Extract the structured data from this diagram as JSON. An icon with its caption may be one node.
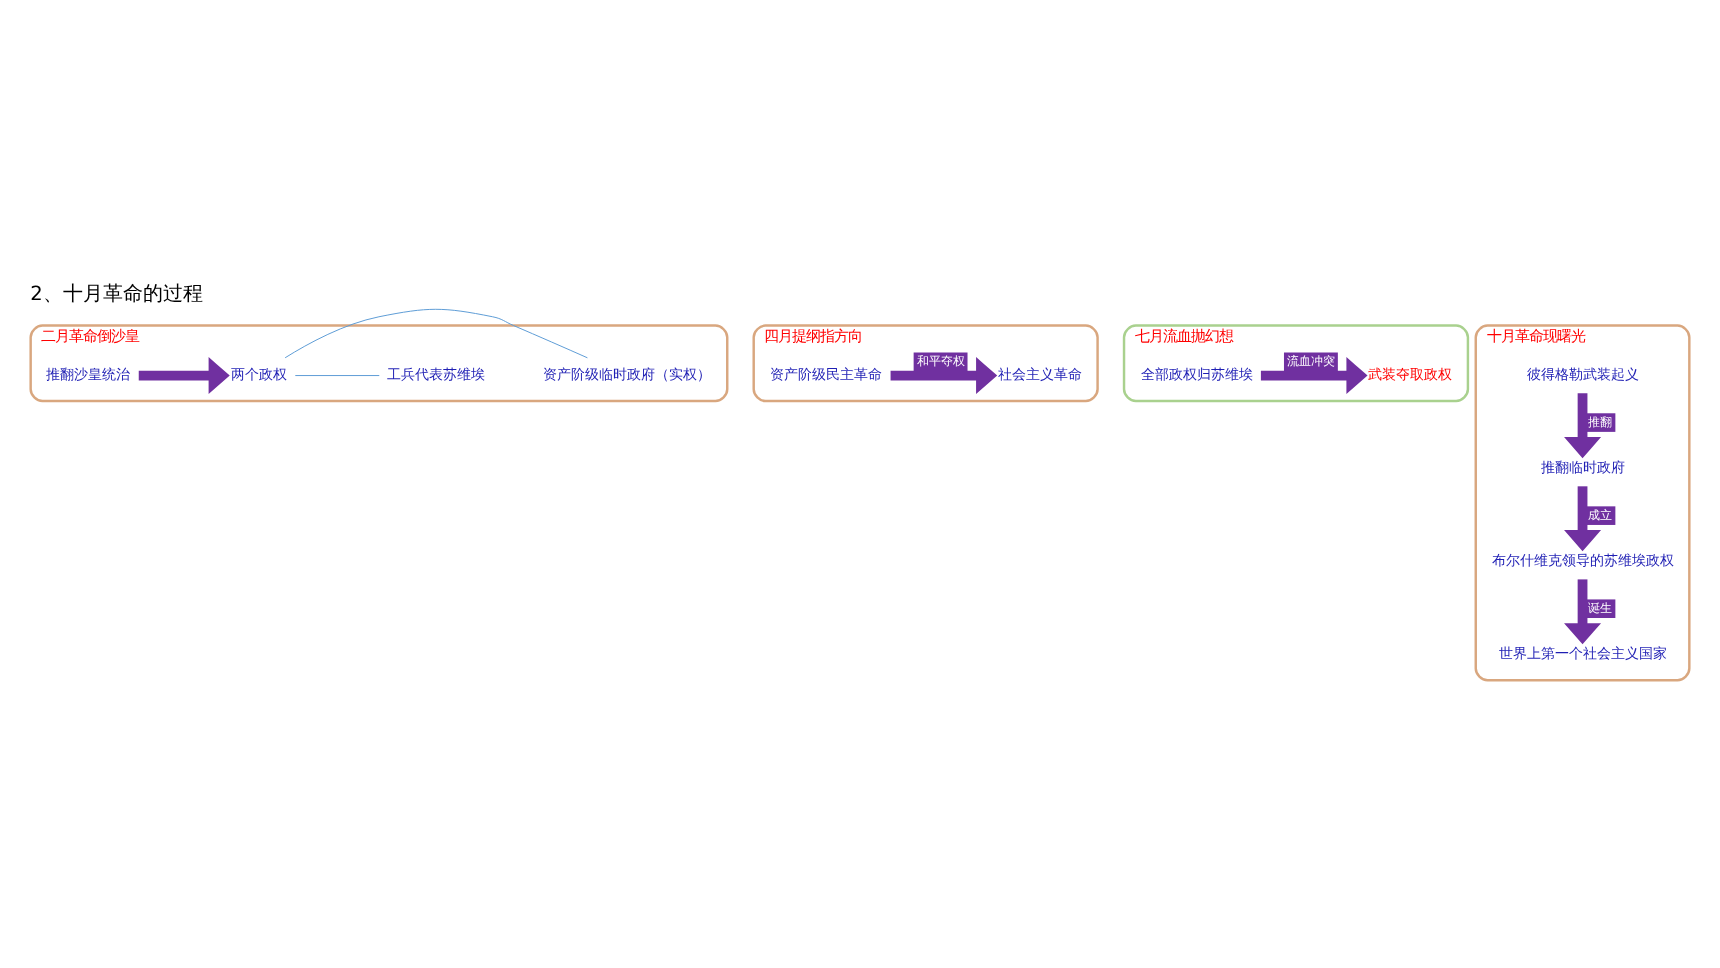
{
  "diagram": {
    "title": "2、十月革命的过程",
    "nodes": [
      {
        "text": [
          "二月革命倒沙皇"
        ]
      },
      {
        "text": [
          "推翻沙皇统治"
        ],
        "in": 0
      },
      {
        "text": [
          "两个政权"
        ],
        "in": 0
      },
      {
        "text": [
          "资产阶级临时政府（实权）"
        ],
        "in": 0
      },
      {
        "text": [
          "工兵代表苏维埃"
        ],
        "in": 0
      },
      {
        "text": [
          "四月提纲指方向"
        ]
      },
      {
        "text": [
          "资产阶级民主革命"
        ],
        "in": 5
      },
      {
        "text": [
          "社会主义革命"
        ],
        "in": 5
      },
      {
        "text": [
          "七月流血抛幻想"
        ]
      },
      {
        "text": [
          "全部政权归苏维埃"
        ],
        "in": 8
      },
      {
        "text": [
          "武装夺取政权"
        ],
        "in": 8
      },
      {
        "text": [
          "十月革命现曙光"
        ]
      },
      {
        "text": [
          "彼得格勒武装起义"
        ],
        "in": 11
      },
      {
        "text": [
          "推翻临时政府"
        ],
        "in": 11
      },
      {
        "text": [
          "布尔什维克领导的苏维埃政权"
        ],
        "in": 11
      },
      {
        "text": [
          "世界上第一个社会主义国家"
        ],
        "in": 11
      }
    ],
    "edges": [
      {
        "from": 1,
        "to": 2,
        "arrow": "to"
      },
      {
        "from": 2,
        "to": 3,
        "arrow": "none",
        "color": "#5b9bd5"
      },
      {
        "from": 2,
        "to": 4,
        "arrow": "none",
        "color": "#5b9bd5"
      },
      {
        "from": 6,
        "to": 7,
        "arrow": "to",
        "label": "和平夺权"
      },
      {
        "from": 9,
        "to": 10,
        "arrow": "to",
        "label": "流血冲突"
      },
      {
        "from": 12,
        "to": 13,
        "arrow": "to",
        "label": "推翻"
      },
      {
        "from": 13,
        "to": 14,
        "arrow": "to",
        "label": "成立"
      },
      {
        "from": 14,
        "to": 15,
        "arrow": "to",
        "label": "诞生"
      }
    ]
  }
}
